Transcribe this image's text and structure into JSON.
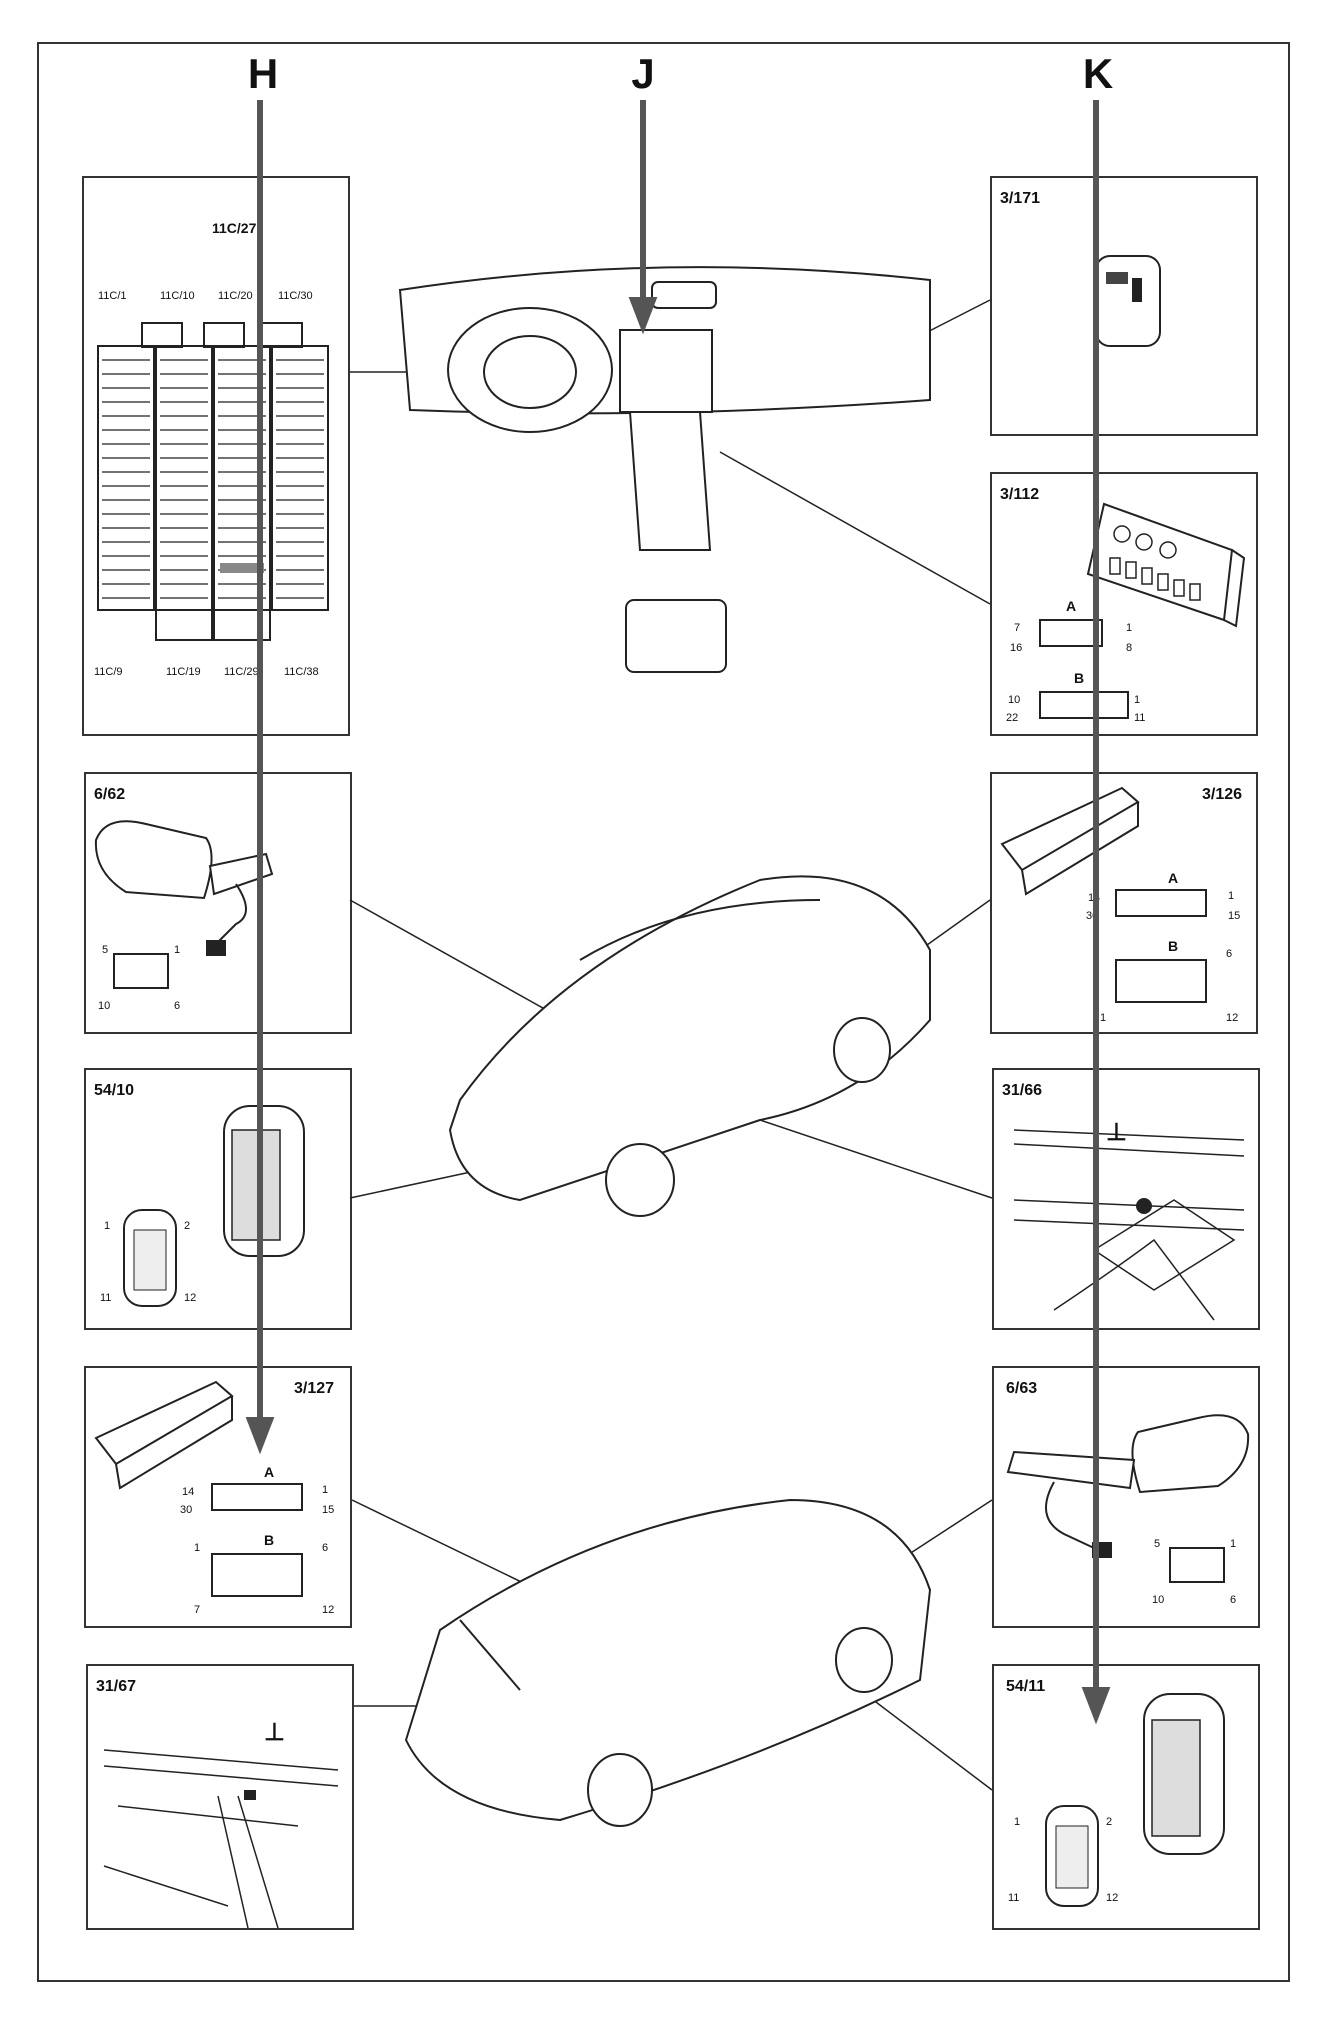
{
  "columns": {
    "h": "H",
    "j": "J",
    "k": "K"
  },
  "fusebox": {
    "callout": "11C/27",
    "top_labels": [
      "11C/1",
      "11C/10",
      "11C/20",
      "11C/30"
    ],
    "bottom_labels": [
      "11C/9",
      "11C/19",
      "11C/29",
      "11C/38"
    ]
  },
  "panels": {
    "p3_171": {
      "label": "3/171"
    },
    "p3_112": {
      "label": "3/112",
      "conn_a": "A",
      "conn_b": "B",
      "a_pins": [
        "7",
        "1",
        "16",
        "8"
      ],
      "b_pins": [
        "10",
        "1",
        "22",
        "11"
      ]
    },
    "p6_62": {
      "label": "6/62",
      "pins": [
        "5",
        "1",
        "10",
        "6"
      ]
    },
    "p3_126": {
      "label": "3/126",
      "conn_a": "A",
      "conn_b": "B",
      "a_pins": [
        "14",
        "1",
        "30",
        "15"
      ],
      "b_pins": [
        "6",
        "1",
        "12"
      ]
    },
    "p54_10": {
      "label": "54/10",
      "pins": [
        "1",
        "2",
        "11",
        "12"
      ]
    },
    "p31_66": {
      "label": "31/66",
      "ground": "⊥"
    },
    "p3_127": {
      "label": "3/127",
      "conn_a": "A",
      "conn_b": "B",
      "a_pins": [
        "14",
        "1",
        "30",
        "15"
      ],
      "b_pins": [
        "1",
        "6",
        "7",
        "12"
      ]
    },
    "p6_63": {
      "label": "6/63",
      "pins": [
        "5",
        "1",
        "10",
        "6"
      ]
    },
    "p31_67": {
      "label": "31/67",
      "ground": "⊥"
    },
    "p54_11": {
      "label": "54/11",
      "pins": [
        "1",
        "2",
        "11",
        "12"
      ]
    }
  }
}
